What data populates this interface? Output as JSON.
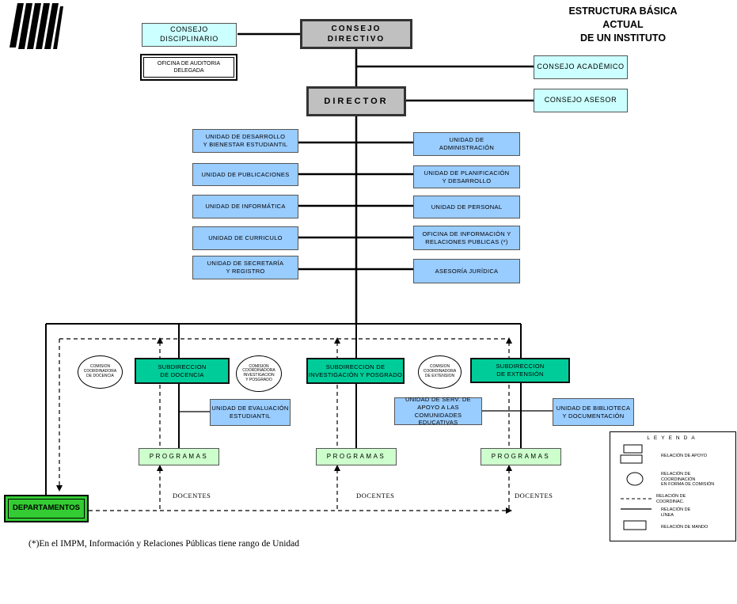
{
  "title": "ESTRUCTURA BÁSICA ACTUAL\nDE UN INSTITUTO",
  "top": {
    "consejo_directivo": "CONSEJO\nDIRECTIVO",
    "consejo_disciplinario": "CONSEJO\nDISCIPLINARIO",
    "oficina_auditoria": "OFICINA DE AUDITORIA\nDELEGADA",
    "consejo_academico": "CONSEJO ACADÉMICO",
    "director": "DIRECTOR",
    "consejo_asesor": "CONSEJO ASESOR"
  },
  "left_units": [
    "UNIDAD DE DESARROLLO\nY BIENESTAR ESTUDIANTIL",
    "UNIDAD DE PUBLICACIONES",
    "UNIDAD DE INFORMÁTICA",
    "UNIDAD DE CURRICULO",
    "UNIDAD DE SECRETARÍA\nY REGISTRO"
  ],
  "right_units": [
    "UNIDAD DE\nADMINISTRACIÓN",
    "UNIDAD DE PLANIFICACIÓN\nY DESARROLLO",
    "UNIDAD DE PERSONAL",
    "OFICINA DE INFORMACIÓN Y\nRELACIONES PUBLICAS (*)",
    "ASESORÍA JURÍDICA"
  ],
  "subdirecciones": [
    "SUBDIRECCION\nDE DOCENCIA",
    "SUBDIRECCION DE\nINVESTIGACIÓN Y POSGRADO",
    "SUBDIRECCION\nDE EXTENSIÓN"
  ],
  "comisiones": [
    "COMISION\nCOORDINADORA\nDE DOCENCIA",
    "COMISION\nCOORDINADORA\nINVESTIGACION\nY POSGRADO",
    "COMISION\nCOORDINADORA\nDE EXTENSION"
  ],
  "sub_units": {
    "evaluacion": "UNIDAD DE EVALUACIÓN\nESTUDIANTIL",
    "apoyo_comunidades": "UNIDAD DE SERV. DE\nAPOYO A LAS COMUNIDADES\nEDUCATIVAS",
    "biblioteca": "UNIDAD DE BIBLIOTECA\nY DOCUMENTACIÓN"
  },
  "programas": "PROGRAMAS",
  "docentes": "DOCENTES",
  "departamentos": "DEPARTAMENTOS",
  "footnote": "(*)En el IMPM,  Información y Relaciones Públicas tiene rango de Unidad",
  "legend": {
    "title": "LEYENDA",
    "items": [
      "RELACIÓN DE APOYO",
      "RELACIÓN DE\nCOORDINACIÓN\nEN FORMA DE COMISIÓN",
      "RELACIÓN DE\nCOORDINAC.",
      "RELACIÓN DE\nLÍNEA",
      "RELACIÓN DE MANDO"
    ]
  },
  "colors": {
    "unit_blue": "#99ccff",
    "council_cyan": "#ccffff",
    "command_gray": "#c0c0c0",
    "subdireccion_teal": "#00cc99",
    "programa_pale": "#ccffcc",
    "departamentos_green": "#33cc33"
  }
}
